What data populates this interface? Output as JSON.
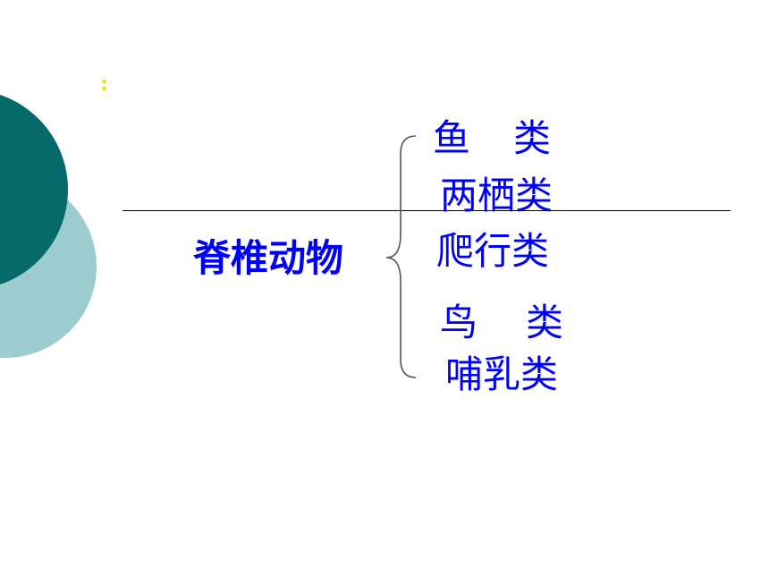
{
  "slide": {
    "decoration": {
      "dots": ":",
      "colors": {
        "dark_circle": "#066a6a",
        "light_circle": "#9ccccd",
        "dots": "#e6e600",
        "text": "#0000ff"
      }
    },
    "diagram": {
      "root": "脊椎动物",
      "classes": [
        "鱼类",
        "两栖类",
        "爬行类",
        "鸟类",
        "哺乳类"
      ]
    }
  }
}
